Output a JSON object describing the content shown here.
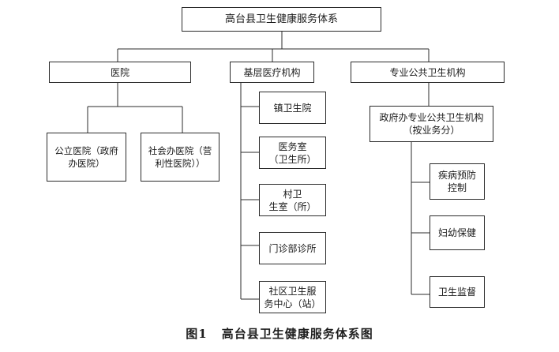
{
  "root": "高台县卫生健康服务体系",
  "categories": {
    "hospital": "医院",
    "grassroots": "基层医疗机构",
    "public_health": "专业公共卫生机构"
  },
  "hospital_children": {
    "public": "公立医院（政府\n办医院）",
    "private": "社会办医院（营\n利性医院））"
  },
  "grassroots_children": [
    "镇卫生院",
    "医务室\n（卫生所）",
    "村卫\n生室（所）",
    "门诊部诊所",
    "社区卫生服\n务中心（站）"
  ],
  "public_health_sub": "政府办专业公共卫生机构\n（按业务分）",
  "public_health_children": [
    "疾病预防\n控制",
    "妇幼保健",
    "卫生监督"
  ],
  "caption": {
    "figure": "图1",
    "title": "高台县卫生健康服务体系图"
  }
}
